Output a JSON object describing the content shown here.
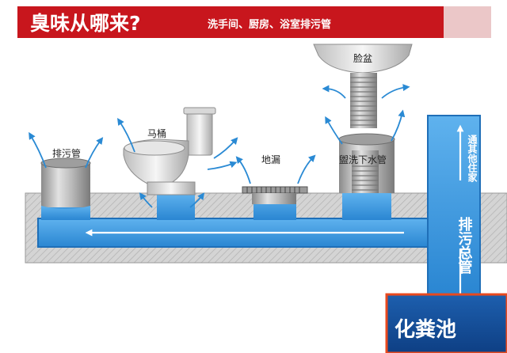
{
  "header": {
    "title": "臭味从哪来?",
    "subtitle": "洗手间、厨房、浴室排污管"
  },
  "labels": {
    "sewage_pipe": "排污管",
    "toilet": "马桶",
    "floor_drain": "地漏",
    "basin": "脸盆",
    "basin_drain": "盥洗下水管",
    "to_neighbors": "通其他住家",
    "main_pipe": "排污总管",
    "septic_tank": "化粪池"
  },
  "colors": {
    "header_red": "#c8161d",
    "water_blue": "#2f8fd8",
    "pipe_blue": "#1f6fb8",
    "ground_gray": "#cfcfcf",
    "tank_border": "#e8491e",
    "odor_arrow": "#2a8ad4"
  }
}
